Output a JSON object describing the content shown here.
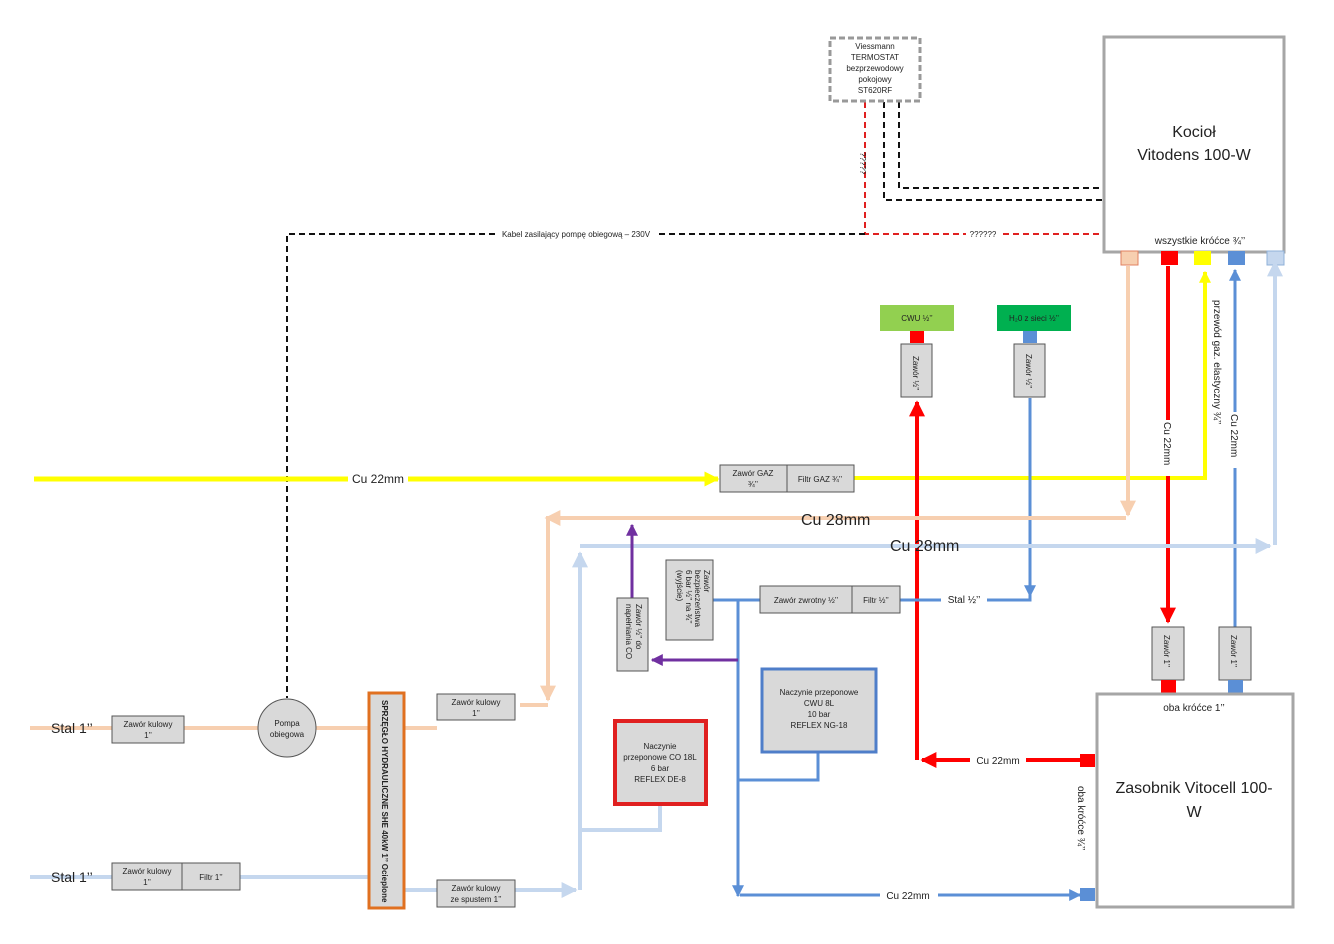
{
  "colors": {
    "gas": "#ffff00",
    "hot": "#ff0000",
    "cold_blue": "#5b8fd6",
    "supply_peach": "#f7cfb0",
    "return_lightblue": "#c5d7ee",
    "purple": "#7030a0",
    "cwu_green": "#92d050",
    "h2o_green": "#00b050",
    "expansion_red": "#e02020",
    "expansion_blue": "#4f7ec9",
    "clutch_orange": "#e07020"
  },
  "thermostat": {
    "lines": [
      "Viessmann",
      "TERMOSTAT",
      "bezprzewodowy",
      "pokojowy",
      "ST620RF"
    ],
    "vertical_unknown": "?????",
    "horizontal_unknown": "??????"
  },
  "boiler": {
    "lines": [
      "Kocioł",
      "Vitodens 100-W"
    ],
    "stubs_label": "wszystkie króćce ¾’’"
  },
  "cable_label": "Kabel zasilający pompę obiegową – 230V",
  "gas_line": {
    "pipe_label": "Cu 22mm",
    "valve_lines": [
      "Zawór GAZ",
      "¾’’"
    ],
    "filter_label": "Filtr GAZ ¾’’",
    "flex_label": "przewód gaz. elastyczny ¾’’"
  },
  "riser_labels": {
    "hot": "Cu 22mm",
    "cold": "Cu 22mm"
  },
  "cwu_tag": "CWU ½’’",
  "h2o_tag": "H₂0 z sieci ½’’",
  "valves": {
    "cwu": "Zawór ½’’",
    "h2o": "Zawór ½’’",
    "tank_hot": "Zawór 1’’",
    "tank_cold": "Zawór 1’’"
  },
  "supply_pipe_label": "Cu 28mm",
  "return_pipe_label": "Cu 28mm",
  "safety_valve_lines": [
    "Zawór",
    "bezpieczeństwa",
    "6 bar ½’’ na ¾’’",
    "(wyjście)"
  ],
  "fill_valve_lines": [
    "Zawór ½’’ do",
    "napełniania CO"
  ],
  "check_valve": "Zawór zwrotny ½’’",
  "filter_half": "Filtr ½’’",
  "stal_half": "Stal ½’’",
  "expansion_co_lines": [
    "Naczynie",
    "przeponowe CO 18L",
    "6 bar",
    "REFLEX DE-8"
  ],
  "expansion_cwu_lines": [
    "Naczynie przeponowe",
    "CWU 8L",
    "10 bar",
    "REFLEX NG-18"
  ],
  "tank": {
    "lines": [
      "Zasobnik Vitocell 100-",
      "W"
    ],
    "top_label": "oba króćce 1’’",
    "side_label": "oba króćce ¾’’"
  },
  "cu22_hot_label": "Cu 22mm",
  "cu22_cold_label": "Cu 22mm",
  "stal_top": "Stal 1’’",
  "stal_bottom": "Stal 1’’",
  "ball_valve_top_lines": [
    "Zawór kulowy",
    "1’’"
  ],
  "ball_valve_bottom_lines": [
    "Zawór kulowy",
    "1’’"
  ],
  "filter_1": "Filtr 1’’",
  "pump_lines": [
    "Pompa",
    "obiegowa"
  ],
  "clutch_label": "SPRZĘGŁO HYDRAULICZNE SHE 40kW 1’’ Ocieplone",
  "clutch_valve_top_lines": [
    "Zawór kulowy",
    "1’’"
  ],
  "clutch_valve_bottom_lines": [
    "Zawór kulowy",
    "ze spustem 1’’"
  ]
}
